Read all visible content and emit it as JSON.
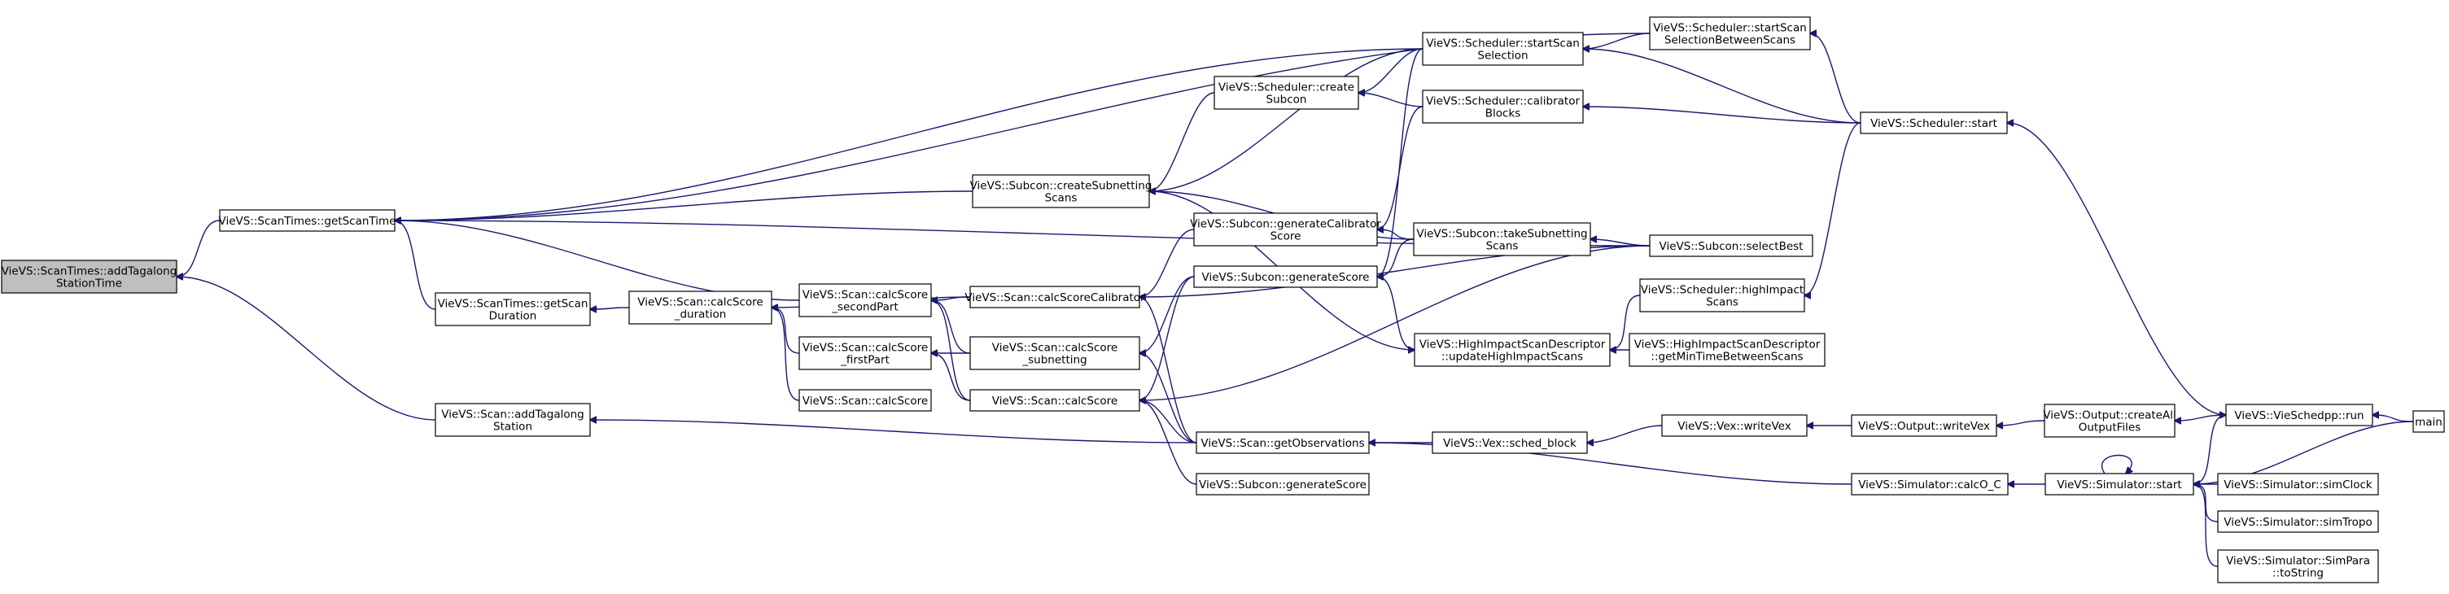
{
  "nodes": [
    {
      "id": "addTagalongStationTime",
      "lines": [
        "VieVS::ScanTimes::addTagalong",
        "StationTime"
      ],
      "root": true
    },
    {
      "id": "getScanTime",
      "lines": [
        "VieVS::ScanTimes::getScanTime"
      ]
    },
    {
      "id": "getScanDuration",
      "lines": [
        "VieVS::ScanTimes::getScan",
        "Duration"
      ]
    },
    {
      "id": "addTagalongStation",
      "lines": [
        "VieVS::Scan::addTagalong",
        "Station"
      ]
    },
    {
      "id": "calcScoreDuration",
      "lines": [
        "VieVS::Scan::calcScore",
        "_duration"
      ]
    },
    {
      "id": "calcScoreSecondPart",
      "lines": [
        "VieVS::Scan::calcScore",
        "_secondPart"
      ]
    },
    {
      "id": "calcScoreFirstPart",
      "lines": [
        "VieVS::Scan::calcScore",
        "_firstPart"
      ]
    },
    {
      "id": "scanCalcScoreA",
      "lines": [
        "VieVS::Scan::calcScore"
      ]
    },
    {
      "id": "scanCalcScoreB",
      "lines": [
        "VieVS::Scan::calcScore"
      ]
    },
    {
      "id": "calcScoreCalibrator",
      "lines": [
        "VieVS::Scan::calcScoreCalibrator"
      ]
    },
    {
      "id": "calcScoreSubnetting",
      "lines": [
        "VieVS::Scan::calcScore",
        "_subnetting"
      ]
    },
    {
      "id": "getObservations",
      "lines": [
        "VieVS::Scan::getObservations"
      ]
    },
    {
      "id": "subconGenerateScoreBottom",
      "lines": [
        "VieVS::Subcon::generateScore"
      ]
    },
    {
      "id": "createSubnettingScans",
      "lines": [
        "VieVS::Subcon::createSubnetting",
        "Scans"
      ]
    },
    {
      "id": "createSubcon",
      "lines": [
        "VieVS::Scheduler::create",
        "Subcon"
      ]
    },
    {
      "id": "generateCalibratorScore",
      "lines": [
        "VieVS::Subcon::generateCalibrator",
        "Score"
      ]
    },
    {
      "id": "subconGenerateScore",
      "lines": [
        "VieVS::Subcon::generateScore"
      ]
    },
    {
      "id": "startScanSelection",
      "lines": [
        "VieVS::Scheduler::startScan",
        "Selection"
      ]
    },
    {
      "id": "calibratorBlocks",
      "lines": [
        "VieVS::Scheduler::calibrator",
        "Blocks"
      ]
    },
    {
      "id": "takeSubnettingScans",
      "lines": [
        "VieVS::Subcon::takeSubnetting",
        "Scans"
      ]
    },
    {
      "id": "updateHighImpactScans",
      "lines": [
        "VieVS::HighImpactScanDescriptor",
        "::updateHighImpactScans"
      ]
    },
    {
      "id": "schedBlock",
      "lines": [
        "VieVS::Vex::sched_block"
      ]
    },
    {
      "id": "startScanSelectionBetweenScans",
      "lines": [
        "VieVS::Scheduler::startScan",
        "SelectionBetweenScans"
      ]
    },
    {
      "id": "selectBest",
      "lines": [
        "VieVS::Subcon::selectBest"
      ]
    },
    {
      "id": "highImpactScans",
      "lines": [
        "VieVS::Scheduler::highImpact",
        "Scans"
      ]
    },
    {
      "id": "getMinTimeBetweenScans",
      "lines": [
        "VieVS::HighImpactScanDescriptor",
        "::getMinTimeBetweenScans"
      ]
    },
    {
      "id": "vexWriteVex",
      "lines": [
        "VieVS::Vex::writeVex"
      ]
    },
    {
      "id": "schedulerStart",
      "lines": [
        "VieVS::Scheduler::start"
      ]
    },
    {
      "id": "outputWriteVex",
      "lines": [
        "VieVS::Output::writeVex"
      ]
    },
    {
      "id": "calcOC",
      "lines": [
        "VieVS::Simulator::calcO_C"
      ]
    },
    {
      "id": "createAllOutputFiles",
      "lines": [
        "VieVS::Output::createAll",
        "OutputFiles"
      ]
    },
    {
      "id": "simulatorStart",
      "lines": [
        "VieVS::Simulator::start"
      ]
    },
    {
      "id": "vieSchedppRun",
      "lines": [
        "VieVS::VieSchedpp::run"
      ]
    },
    {
      "id": "simClock",
      "lines": [
        "VieVS::Simulator::simClock"
      ]
    },
    {
      "id": "simTropo",
      "lines": [
        "VieVS::Simulator::simTropo"
      ]
    },
    {
      "id": "simParaToString",
      "lines": [
        "VieVS::Simulator::SimPara",
        "::toString"
      ]
    },
    {
      "id": "main",
      "lines": [
        "main"
      ]
    }
  ],
  "edges": [
    [
      "getScanTime",
      "addTagalongStationTime"
    ],
    [
      "addTagalongStation",
      "addTagalongStationTime"
    ],
    [
      "getScanDuration",
      "getScanTime"
    ],
    [
      "calcScoreSecondPart",
      "getScanTime"
    ],
    [
      "createSubnettingScans",
      "getScanTime"
    ],
    [
      "startScanSelection",
      "getScanTime"
    ],
    [
      "startScanSelectionBetweenScans",
      "getScanTime"
    ],
    [
      "selectBest",
      "getScanTime"
    ],
    [
      "calcScoreDuration",
      "getScanDuration"
    ],
    [
      "calcScoreCalibrator",
      "calcScoreDuration"
    ],
    [
      "calcScoreFirstPart",
      "calcScoreDuration"
    ],
    [
      "scanCalcScoreA",
      "calcScoreDuration"
    ],
    [
      "calcScoreCalibrator",
      "calcScoreSecondPart"
    ],
    [
      "calcScoreSubnetting",
      "calcScoreSecondPart"
    ],
    [
      "scanCalcScoreB",
      "calcScoreSecondPart"
    ],
    [
      "calcScoreSubnetting",
      "calcScoreFirstPart"
    ],
    [
      "scanCalcScoreB",
      "calcScoreFirstPart"
    ],
    [
      "getObservations",
      "addTagalongStation"
    ],
    [
      "generateCalibratorScore",
      "calcScoreCalibrator"
    ],
    [
      "selectBest",
      "calcScoreCalibrator"
    ],
    [
      "subconGenerateScore",
      "calcScoreSubnetting"
    ],
    [
      "getObservations",
      "calcScoreCalibrator"
    ],
    [
      "getObservations",
      "calcScoreSubnetting"
    ],
    [
      "getObservations",
      "scanCalcScoreB"
    ],
    [
      "subconGenerateScoreBottom",
      "scanCalcScoreB"
    ],
    [
      "subconGenerateScore",
      "scanCalcScoreB"
    ],
    [
      "selectBest",
      "scanCalcScoreB"
    ],
    [
      "createSubcon",
      "createSubnettingScans"
    ],
    [
      "startScanSelection",
      "createSubnettingScans"
    ],
    [
      "takeSubnettingScans",
      "createSubnettingScans"
    ],
    [
      "startScanSelection",
      "createSubcon"
    ],
    [
      "calibratorBlocks",
      "createSubcon"
    ],
    [
      "calibratorBlocks",
      "generateCalibratorScore"
    ],
    [
      "takeSubnettingScans",
      "generateCalibratorScore"
    ],
    [
      "startScanSelection",
      "subconGenerateScore"
    ],
    [
      "takeSubnettingScans",
      "subconGenerateScore"
    ],
    [
      "selectBest",
      "takeSubnettingScans"
    ],
    [
      "startScanSelectionBetweenScans",
      "startScanSelection"
    ],
    [
      "schedulerStart",
      "startScanSelection"
    ],
    [
      "schedulerStart",
      "calibratorBlocks"
    ],
    [
      "schedulerStart",
      "startScanSelectionBetweenScans"
    ],
    [
      "createSubnettingScans",
      "updateHighImpactScans"
    ],
    [
      "updateHighImpactScans",
      "subconGenerateScore"
    ],
    [
      "highImpactScans",
      "updateHighImpactScans"
    ],
    [
      "getMinTimeBetweenScans",
      "updateHighImpactScans"
    ],
    [
      "schedulerStart",
      "highImpactScans"
    ],
    [
      "schedBlock",
      "getObservations"
    ],
    [
      "calcOC",
      "getObservations"
    ],
    [
      "vexWriteVex",
      "schedBlock"
    ],
    [
      "outputWriteVex",
      "vexWriteVex"
    ],
    [
      "createAllOutputFiles",
      "outputWriteVex"
    ],
    [
      "vieSchedppRun",
      "createAllOutputFiles"
    ],
    [
      "vieSchedppRun",
      "schedulerStart"
    ],
    [
      "simulatorStart",
      "calcOC"
    ],
    [
      "simulatorStart",
      "vieSchedppRun"
    ],
    [
      "simulatorStart",
      "simulatorStart"
    ],
    [
      "simClock",
      "simulatorStart"
    ],
    [
      "simTropo",
      "simulatorStart"
    ],
    [
      "simParaToString",
      "simulatorStart"
    ],
    [
      "main",
      "vieSchedppRun"
    ],
    [
      "main",
      "simulatorStart"
    ]
  ]
}
